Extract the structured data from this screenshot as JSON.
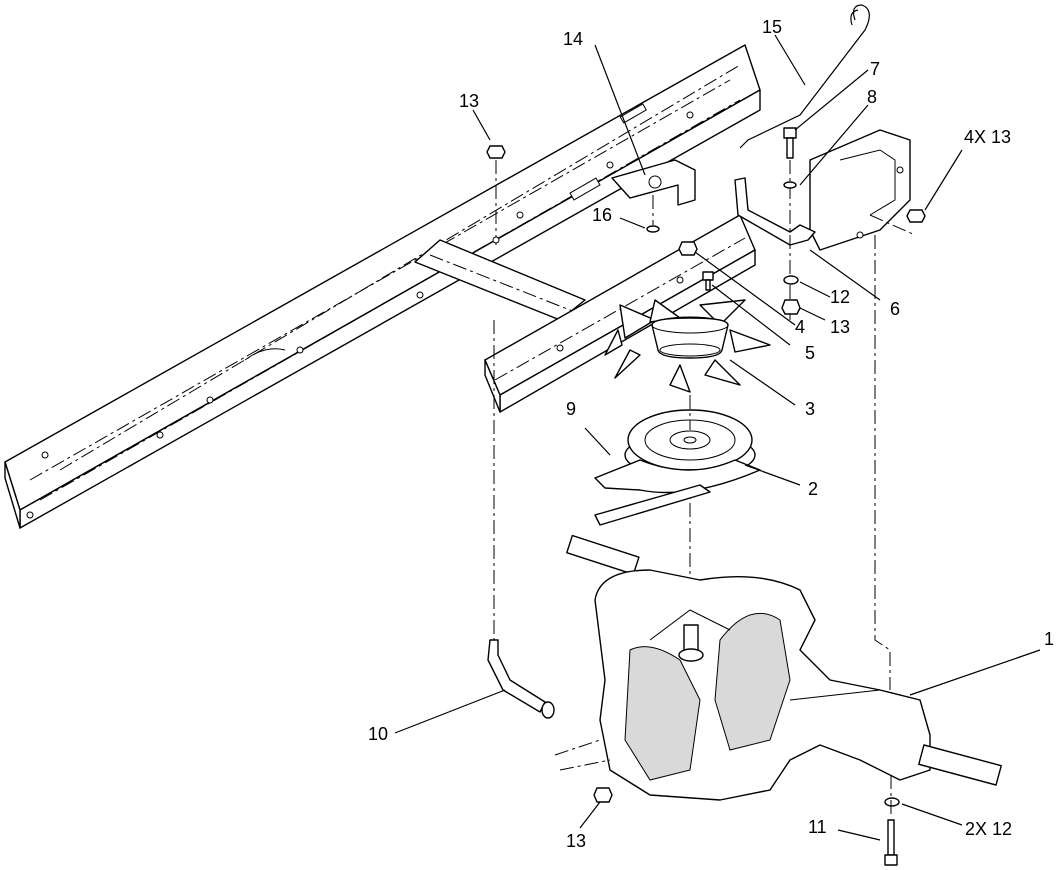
{
  "callouts": [
    {
      "id": "1",
      "text": "1"
    },
    {
      "id": "2",
      "text": "2"
    },
    {
      "id": "3",
      "text": "3"
    },
    {
      "id": "4",
      "text": "4"
    },
    {
      "id": "5",
      "text": "5"
    },
    {
      "id": "6",
      "text": "6"
    },
    {
      "id": "7",
      "text": "7"
    },
    {
      "id": "8",
      "text": "8"
    },
    {
      "id": "9",
      "text": "9"
    },
    {
      "id": "10",
      "text": "10"
    },
    {
      "id": "11",
      "text": "11"
    },
    {
      "id": "12",
      "text": "12"
    },
    {
      "id": "13a",
      "text": "13"
    },
    {
      "id": "13b",
      "text": "13"
    },
    {
      "id": "13c",
      "text": "13"
    },
    {
      "id": "14",
      "text": "14"
    },
    {
      "id": "15",
      "text": "15"
    },
    {
      "id": "16",
      "text": "16"
    },
    {
      "id": "4x13",
      "text": "4X 13"
    },
    {
      "id": "2x12",
      "text": "2X 12"
    }
  ]
}
